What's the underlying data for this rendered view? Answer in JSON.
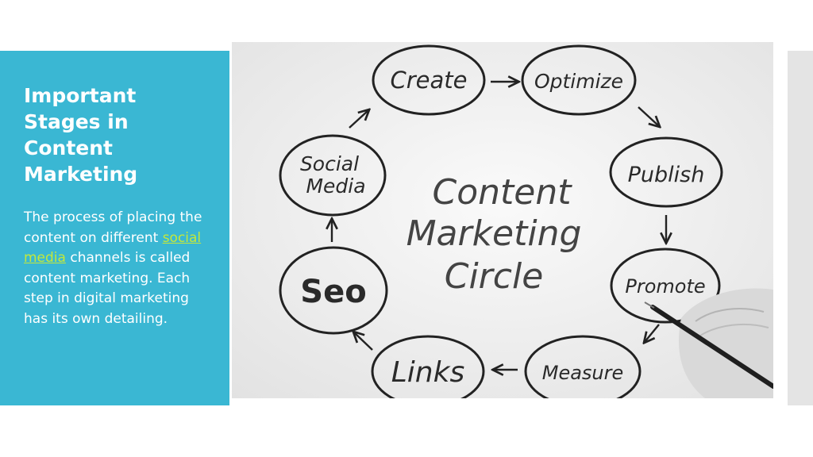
{
  "slide": {
    "title": "Important Stages in Content Marketing",
    "body": {
      "before": "The process of placing the content on different ",
      "link": "social media",
      "after": " channels is called content marketing. Each step in digital marketing has its own detailing."
    },
    "colors": {
      "panel": "#3ab7d3",
      "link": "#c4e83a",
      "sidebar": "#e4e4e4"
    }
  },
  "diagram": {
    "center": [
      "Content",
      "Marketing",
      "Circle"
    ],
    "stages": {
      "create": "Create",
      "optimize": "Optimize",
      "publish": "Publish",
      "promote": "Promote",
      "measure": "Measure",
      "links": "Links",
      "seo": "Seo",
      "social": [
        "Social",
        "Media"
      ]
    }
  }
}
